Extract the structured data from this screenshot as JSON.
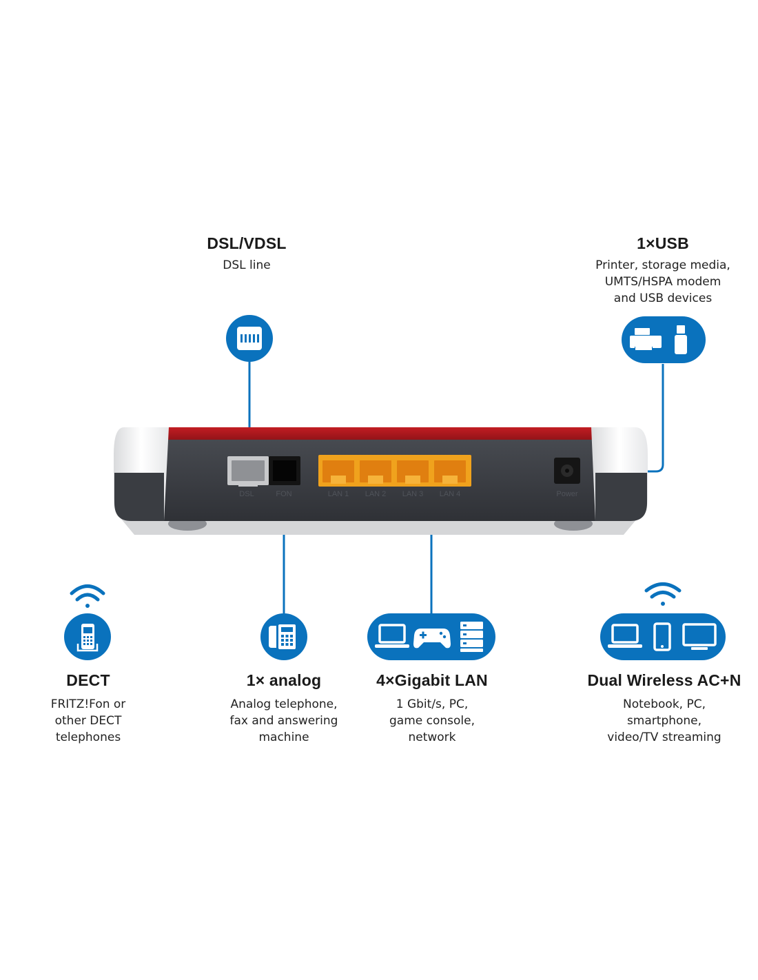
{
  "features": {
    "dsl": {
      "title": "DSL/VDSL",
      "description": "DSL line"
    },
    "usb": {
      "title": "1×USB",
      "description": "Printer, storage media,\nUMTS/HSPA modem\nand USB devices"
    },
    "dect": {
      "title": "DECT",
      "description": "FRITZ!Fon or\nother DECT\ntelephones"
    },
    "analog": {
      "title": "1× analog",
      "description": "Analog telephone,\nfax and answering\nmachine"
    },
    "lan": {
      "title": "4×Gigabit LAN",
      "description": "1 Gbit/s, PC,\ngame console,\nnetwork"
    },
    "wireless": {
      "title": "Dual Wireless  AC+N",
      "description": "Notebook, PC,\nsmartphone,\nvideo/TV streaming"
    }
  },
  "router": {
    "port_labels": {
      "dsl": "DSL",
      "fon": "FON",
      "lan1": "LAN 1",
      "lan2": "LAN 2",
      "lan3": "LAN 3",
      "lan4": "LAN 4",
      "power": "Power"
    }
  },
  "icons": {
    "dsl": "dsl-jack-icon",
    "usb": [
      "printer-icon",
      "usb-stick-icon"
    ],
    "dect": [
      "wifi-signal-icon",
      "cordless-phone-icon"
    ],
    "analog": "desk-phone-icon",
    "lan": [
      "laptop-icon",
      "gamepad-icon",
      "server-icon"
    ],
    "wireless": [
      "wifi-signal-icon",
      "laptop-icon",
      "smartphone-icon",
      "monitor-icon"
    ]
  },
  "colors": {
    "accent": "#0a72bd",
    "router_red": "#a3161c",
    "router_body": "#3a3d42",
    "lan_orange": "#f39a1e"
  }
}
